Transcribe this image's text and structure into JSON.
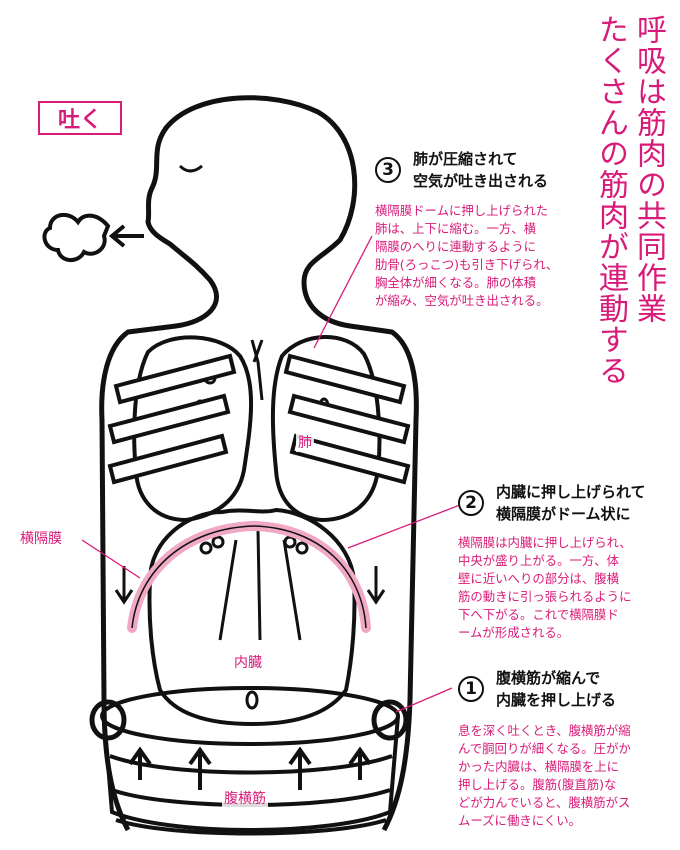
{
  "badge": "吐く",
  "title": {
    "line1": "呼吸は筋肉の共同作業",
    "line2": "たくさんの筋肉が連動する"
  },
  "steps": [
    {
      "num": "3",
      "head1": "肺が圧縮されて",
      "head2": "空気が吐き出される",
      "body": [
        "横隔膜ドームに押し上げられた",
        "肺は、上下に縮む。一方、横",
        "隔膜のへりに連動するように",
        "肋骨(ろっこつ)も引き下げられ、",
        "胸全体が細くなる。肺の体積",
        "が縮み、空気が吐き出される。"
      ]
    },
    {
      "num": "2",
      "head1": "内臓に押し上げられて",
      "head2": "横隔膜がドーム状に",
      "body": [
        "横隔膜は内臓に押し上げられ、",
        "中央が盛り上がる。一方、体",
        "壁に近いへりの部分は、腹横",
        "筋の動きに引っ張られるように",
        "下へ下がる。これで横隔膜ド",
        "ームが形成される。"
      ]
    },
    {
      "num": "1",
      "head1": "腹横筋が縮んで",
      "head2": "内臓を押し上げる",
      "body": [
        "息を深く吐くとき、腹横筋が縮",
        "んで胴回りが細くなる。圧がか",
        "かった内臓は、横隔膜を上に",
        "押し上げる。腹筋(腹直筋)な",
        "どが力んでいると、腹横筋がス",
        "ムーズに働きにくい。"
      ]
    }
  ],
  "labels": {
    "lung": "肺",
    "diaphragm": "横隔膜",
    "organs": "内臓",
    "transversus": "腹横筋"
  },
  "colors": {
    "accent": "#d81b78",
    "line": "#111111",
    "diaphragm": "#f0a8c4"
  }
}
